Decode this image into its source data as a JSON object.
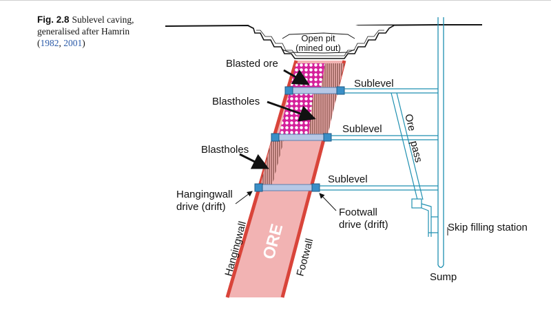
{
  "caption": {
    "fig_label": "Fig. 2.8",
    "text": "Sublevel caving, generalised after Hamrin",
    "ref_open": "(",
    "ref1": "1982",
    "ref_sep": ", ",
    "ref2": "2001",
    "ref_close": ")"
  },
  "diagram": {
    "open_pit_line1": "Open pit",
    "open_pit_line2": "(mined out)",
    "blasted_ore": "Blasted ore",
    "blastholes_upper": "Blastholes",
    "blastholes_lower": "Blastholes",
    "sublevel_1": "Sublevel",
    "sublevel_2": "Sublevel",
    "sublevel_3": "Sublevel",
    "ore_pass_1": "Ore",
    "ore_pass_2": "pass",
    "hangingwall_drive_1": "Hangingwall",
    "hangingwall_drive_2": "drive (drift)",
    "footwall_drive_1": "Footwall",
    "footwall_drive_2": "drive (drift)",
    "skip_filling_station": "Skip filling station",
    "sump": "Sump",
    "ore": "ORE",
    "hangingwall": "Hangingwall",
    "footwall": "Footwall"
  },
  "colors": {
    "ore_fill": "#f2b3b3",
    "ore_edge": "#d9443a",
    "blasted_fill": "#d5209a",
    "shaft": "#1e8fb0",
    "drive_fill": "#3a8fc7"
  }
}
